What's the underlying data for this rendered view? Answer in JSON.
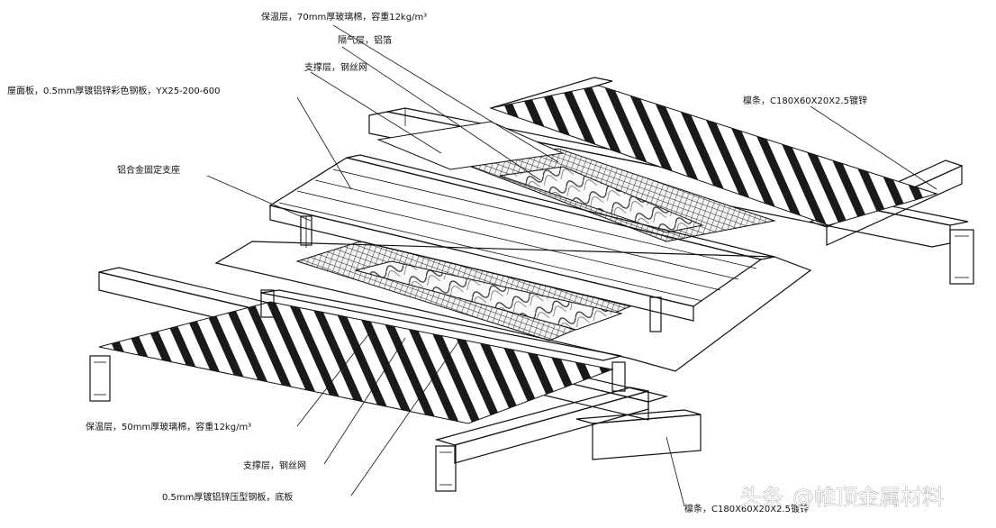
{
  "labels": {
    "top_felt": "保温层，70mm厚玻璃棉，容重12kg/m³",
    "breather": "隔气层，铝箔",
    "support": "支撑层，钢丝网",
    "roof_panel": "屋面板，0.5mm厚镀铝锌彩色钢板，YX25-200-600",
    "purlin_top": "檩条，C180X60X20X2.5镀锌",
    "clip": "铝合金固定支座",
    "bottom_felt": "保温层，50mm厚玻璃棉，容重12kg/m³",
    "support_bottom": "支撑层，钢丝网",
    "liner": "0.5mm厚镀铝锌压型钢板，底板",
    "purlin_bottom": "檩条，C180X60X20X2.5镀锌"
  },
  "watermark": {
    "source": "头条",
    "account": "@帷顶金属材料"
  },
  "colors": {
    "line": "#111111",
    "background": "#ffffff",
    "mesh": "#222222",
    "watermark_fill": "#ffffff"
  }
}
